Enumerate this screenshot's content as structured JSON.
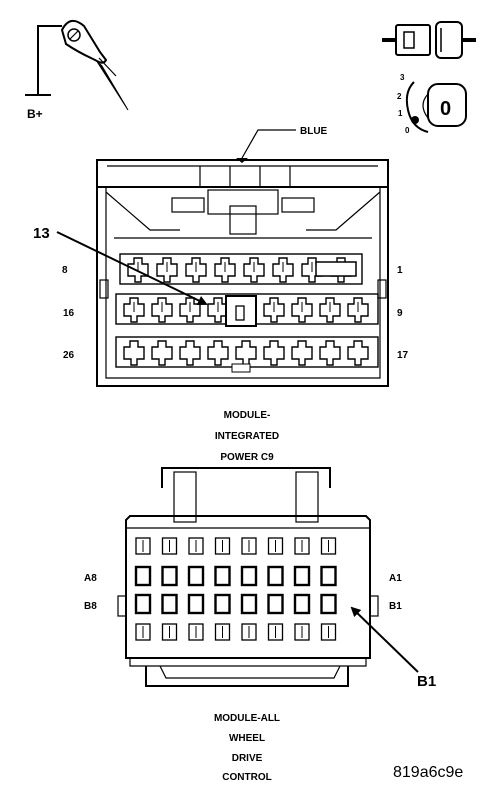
{
  "probe": {
    "supply_label": "B+"
  },
  "ignition": {
    "positions": [
      "3",
      "2",
      "1",
      "0"
    ],
    "key_label": "0"
  },
  "connector_c9": {
    "wire_color_label": "BLUE",
    "callout_label": "13",
    "pin_labels": {
      "top_left": "8",
      "top_right": "1",
      "mid_left": "16",
      "mid_right": "9",
      "bottom_left": "26",
      "bottom_right": "17"
    },
    "caption": [
      "MODULE-",
      "INTEGRATED",
      "POWER C9"
    ]
  },
  "connector_awd": {
    "row_labels": {
      "a_left": "A8",
      "a_right": "A1",
      "b_left": "B8",
      "b_right": "B1"
    },
    "callout_label": "B1",
    "caption": [
      "MODULE-ALL",
      "WHEEL",
      "DRIVE",
      "CONTROL"
    ]
  },
  "figure_id": "819a6c9e"
}
